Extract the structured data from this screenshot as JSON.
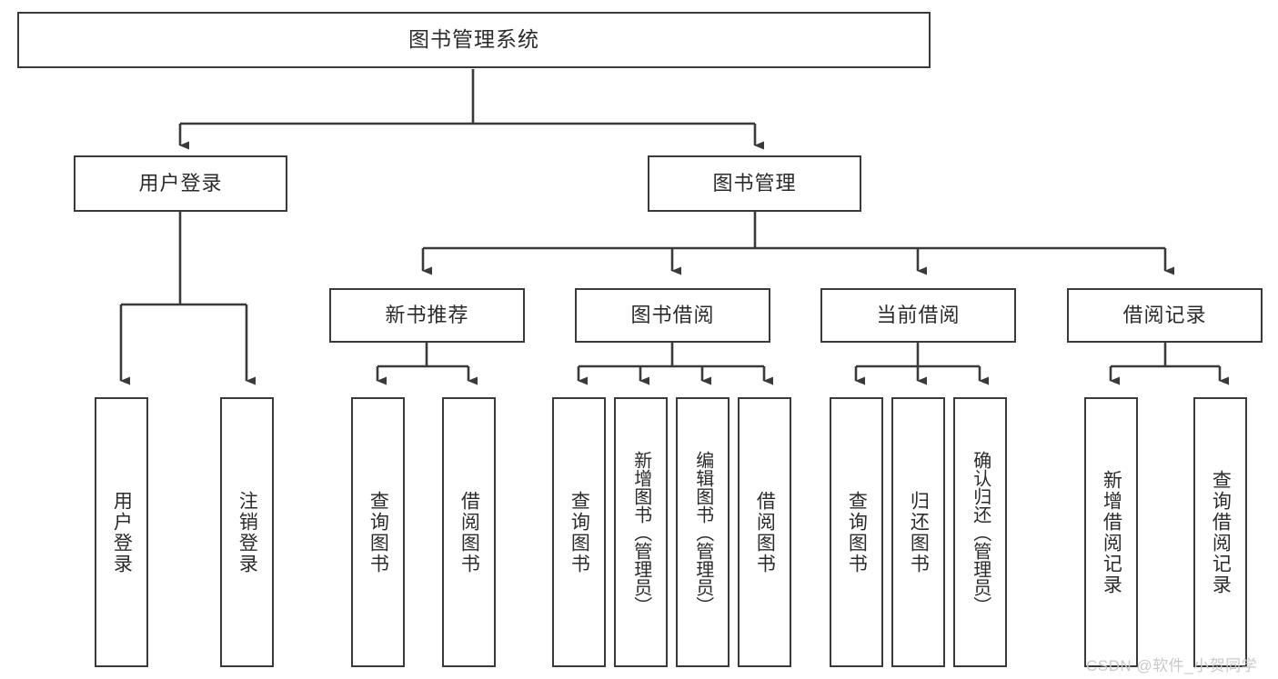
{
  "diagram": {
    "title_node": {
      "label": "图书管理系统"
    },
    "level2": [
      {
        "label": "用户登录"
      },
      {
        "label": "图书管理"
      }
    ],
    "level3": [
      {
        "label": "新书推荐"
      },
      {
        "label": "图书借阅"
      },
      {
        "label": "当前借阅"
      },
      {
        "label": "借阅记录"
      }
    ],
    "leaves": {
      "user_login": [
        {
          "label": "用户登录"
        },
        {
          "label": "注销登录"
        }
      ],
      "new_book": [
        {
          "label": "查询图书"
        },
        {
          "label": "借阅图书"
        }
      ],
      "borrow_book": [
        {
          "label": "查询图书"
        },
        {
          "label": "新增图书（管理员）"
        },
        {
          "label": "编辑图书（管理员）"
        },
        {
          "label": "借阅图书"
        }
      ],
      "current_borrow": [
        {
          "label": "查询图书"
        },
        {
          "label": "归还图书"
        },
        {
          "label": "确认归还（管理员）"
        }
      ],
      "borrow_record": [
        {
          "label": "新增借阅记录"
        },
        {
          "label": "查询借阅记录"
        }
      ]
    }
  },
  "watermark": {
    "text": "CSDN @软件_小贺同学"
  },
  "colors": {
    "stroke": "#3a3a3a",
    "text": "#2b2b2b",
    "background": "#ffffff",
    "watermark": "#c9c9c9"
  }
}
